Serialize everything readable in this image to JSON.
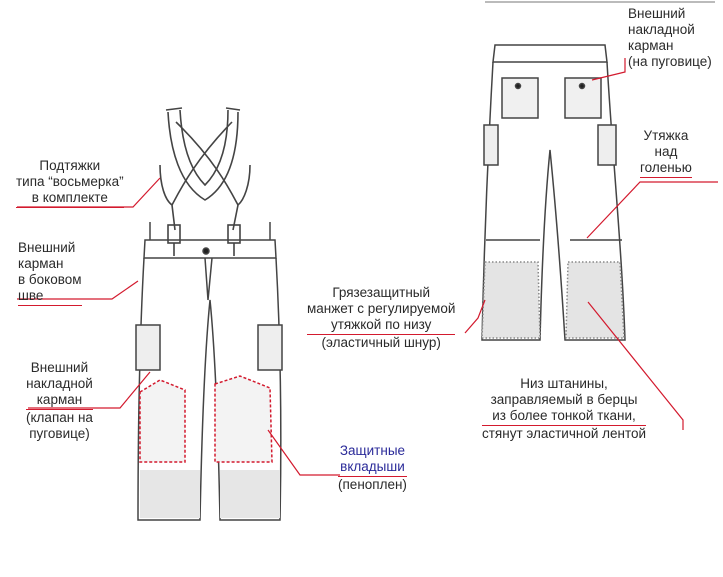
{
  "colors": {
    "leader": "#d31a2e",
    "sketch": "#444444",
    "shade": "#c7c7c7",
    "dots": "#888888"
  },
  "labels": {
    "suspenders": [
      "Подтяжки",
      "типа “восьмерка”",
      "в комплекте"
    ],
    "side_pocket": [
      "Внешний",
      "карман",
      "в боковом",
      "шве"
    ],
    "flap_pocket": [
      "Внешний",
      "накладной",
      "карман",
      "(клапан на",
      "пуговице)"
    ],
    "inserts": [
      "Защитные",
      "вкладыши",
      "(пеноплен)"
    ],
    "back_pocket": [
      "Внешний",
      "накладной",
      "карман",
      "(на пуговице)"
    ],
    "calf_strap": [
      "Утяжка",
      "над",
      "голенью"
    ],
    "cuff": [
      "Грязезащитный",
      "манжет с регулируемой",
      "утяжкой  по низу",
      "(эластичный шнур)"
    ],
    "hem": [
      "Низ штанины,",
      "заправляемый в берцы",
      "из более тонкой ткани,",
      "стянут эластичной лентой"
    ]
  }
}
